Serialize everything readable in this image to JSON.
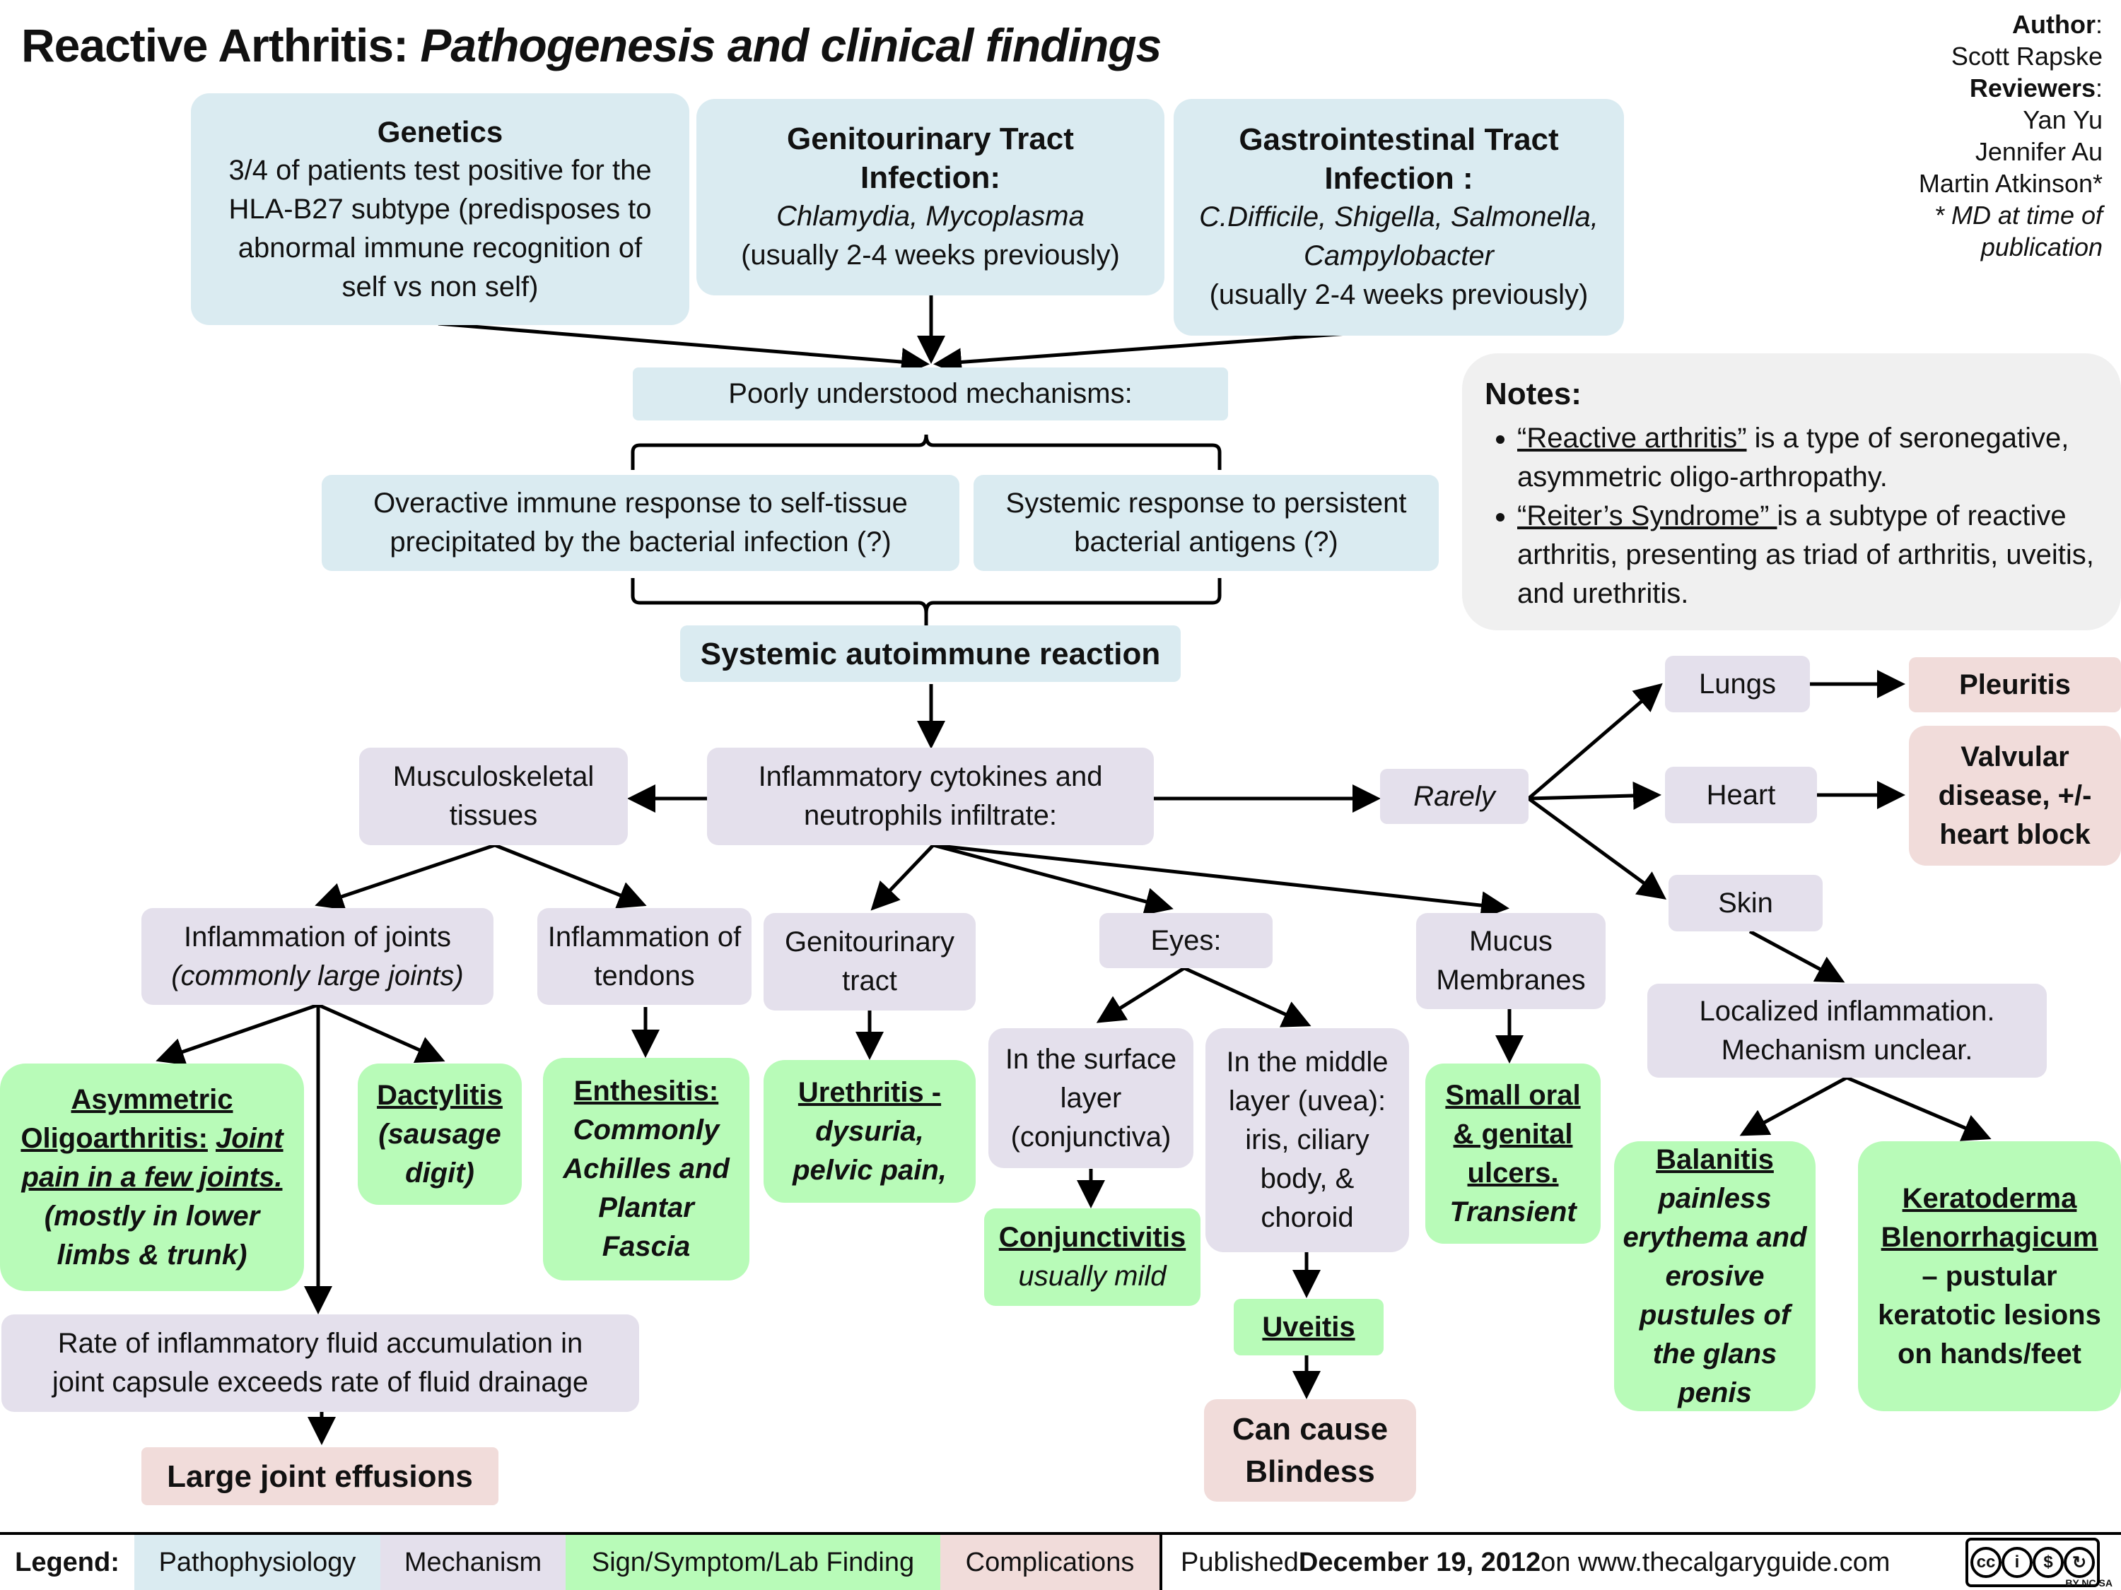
{
  "title": {
    "main": "Reactive Arthritis:",
    "sub": "Pathogenesis and clinical findings"
  },
  "author": {
    "author_label": "Author",
    "author_name": "Scott Rapske",
    "reviewers_label": "Reviewers",
    "reviewers": [
      "Yan Yu",
      "Jennifer Au",
      "Martin Atkinson*"
    ],
    "footnote": "* MD at time of publication"
  },
  "causes": {
    "genetics": {
      "title": "Genetics",
      "text": "3/4 of patients test positive for the HLA-B27 subtype (predisposes to abnormal immune recognition of self vs non self)"
    },
    "gu_infection": {
      "title": "Genitourinary Tract Infection:",
      "organisms": "Chlamydia, Mycoplasma",
      "timing": "(usually 2-4  weeks previously)"
    },
    "gi_infection": {
      "title": "Gastrointestinal Tract Infection :",
      "organisms": "C.Difficile, Shigella, Salmonella, Campylobacter",
      "timing": "(usually 2-4  weeks previously)"
    }
  },
  "mechanisms": {
    "poorly_understood": "Poorly understood mechanisms:",
    "overactive": "Overactive immune response to self-tissue precipitated by the bacterial infection (?)",
    "systemic_response": "Systemic  response to persistent bacterial antigens (?)",
    "systemic_autoimmune": "Systemic autoimmune reaction",
    "cytokines": "Inflammatory cytokines and neutrophils infiltrate:"
  },
  "notes": {
    "heading": "Notes:",
    "items": [
      {
        "term": "“Reactive arthritis”",
        "text": " is a type of seronegative, asymmetric oligo-arthropathy."
      },
      {
        "term": "“Reiter’s Syndrome” ",
        "text": "is a subtype of reactive arthritis, presenting as triad of arthritis, uveitis, and urethritis."
      }
    ]
  },
  "msk": {
    "tissues": "Musculoskeletal tissues",
    "joint_inflammation": "Inflammation of joints",
    "joint_inflammation_note": "(commonly large joints)",
    "tendon_inflammation": "Inflammation of tendons",
    "asym_title": "Asymmetric Oligoarthritis:",
    "asym_sub": "Joint pain in a few joints.",
    "asym_note": "(mostly in lower limbs & trunk)",
    "dactylitis": "Dactylitis",
    "dactylitis_note": "(sausage digit)",
    "enthesitis": "Enthesitis:",
    "enthesitis_note": "Commonly Achilles and Plantar Fascia",
    "fluid": "Rate of inflammatory fluid accumulation in joint capsule exceeds rate of fluid drainage",
    "effusions": "Large joint effusions"
  },
  "gu": {
    "tract": "Genitourinary tract",
    "urethritis": "Urethritis -",
    "urethritis_note": "dysuria, pelvic pain,"
  },
  "eyes": {
    "label": "Eyes:",
    "surface": "In the surface layer (conjunctiva)",
    "middle": "In the middle layer (uvea): iris, ciliary body, & choroid",
    "conjunctivitis": "Conjunctivitis",
    "conjunctivitis_note": "usually mild",
    "uveitis": "Uveitis",
    "blindness": "Can cause Blindess"
  },
  "mucus": {
    "label": "Mucus Membranes",
    "ulcers": "Small oral & genital ulcers.",
    "ulcers_note": "Transient"
  },
  "rare": {
    "label": "Rarely",
    "lungs": "Lungs",
    "heart": "Heart",
    "skin": "Skin",
    "pleuritis": "Pleuritis",
    "valvular": "Valvular disease, +/- heart block",
    "localized": "Localized inflammation. Mechanism unclear.",
    "balanitis": "Balanitis",
    "balanitis_note": "painless erythema and erosive pustules of the glans penis",
    "kerato": "Keratoderma Blenorrhagicum",
    "kerato_note": "– pustular keratotic lesions on hands/feet"
  },
  "legend": {
    "title": "Legend:",
    "items": [
      "Pathophysiology",
      "Mechanism",
      "Sign/Symptom/Lab Finding",
      "Complications"
    ],
    "published_prefix": "Published ",
    "published_date": "December 19, 2012",
    "published_suffix": " on www.thecalgaryguide.com",
    "license": "BY NC SA"
  },
  "colors": {
    "pathophysiology": "#daebf1",
    "mechanism": "#e4e0ec",
    "sign_symptom": "#b8fbb8",
    "complications": "#f1dcda",
    "notes_bg": "#f0f0f0"
  }
}
